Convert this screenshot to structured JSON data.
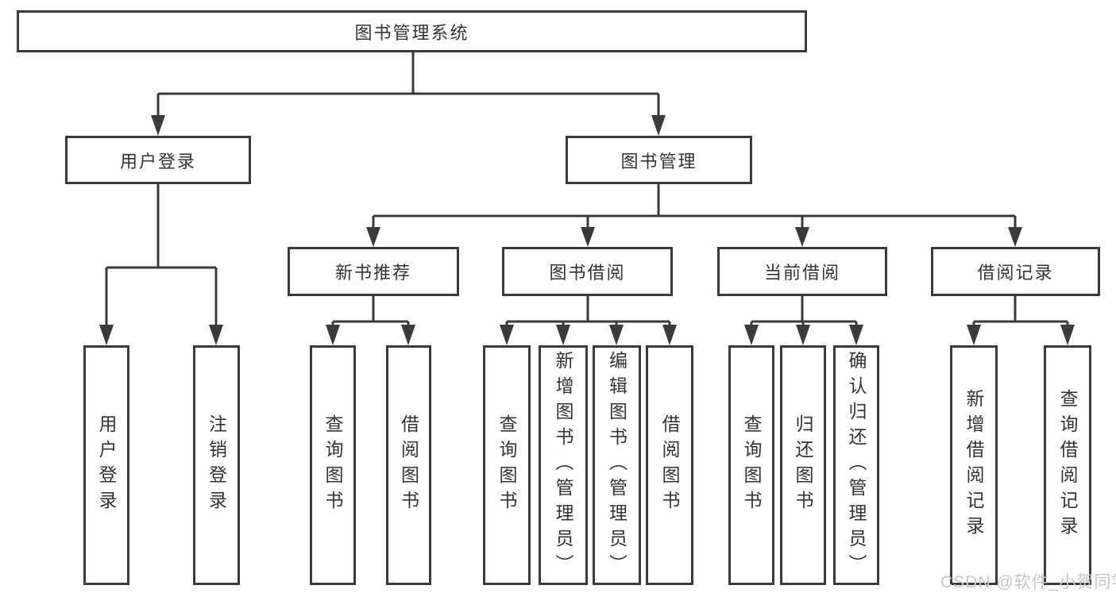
{
  "tree": {
    "label": "图书管理系统",
    "children": [
      {
        "label": "用户登录",
        "children": [
          {
            "label": "用户登录"
          },
          {
            "label": "注销登录"
          }
        ]
      },
      {
        "label": "图书管理",
        "children": [
          {
            "label": "新书推荐",
            "children": [
              {
                "label": "查询图书"
              },
              {
                "label": "借阅图书"
              }
            ]
          },
          {
            "label": "图书借阅",
            "children": [
              {
                "label": "查询图书"
              },
              {
                "label": "新增图书（管理员）"
              },
              {
                "label": "编辑图书（管理员）"
              },
              {
                "label": "借阅图书"
              }
            ]
          },
          {
            "label": "当前借阅",
            "children": [
              {
                "label": "查询图书"
              },
              {
                "label": "归还图书"
              },
              {
                "label": "确认归还（管理员）"
              }
            ]
          },
          {
            "label": "借阅记录",
            "children": [
              {
                "label": "新增借阅记录"
              },
              {
                "label": "查询借阅记录"
              }
            ]
          }
        ]
      }
    ]
  },
  "watermark": "CSDN @软件_小贺同学",
  "colors": {
    "line": "#3a3a3a",
    "text": "#333333",
    "watermark": "#c6c6c6",
    "background": "#ffffff"
  }
}
